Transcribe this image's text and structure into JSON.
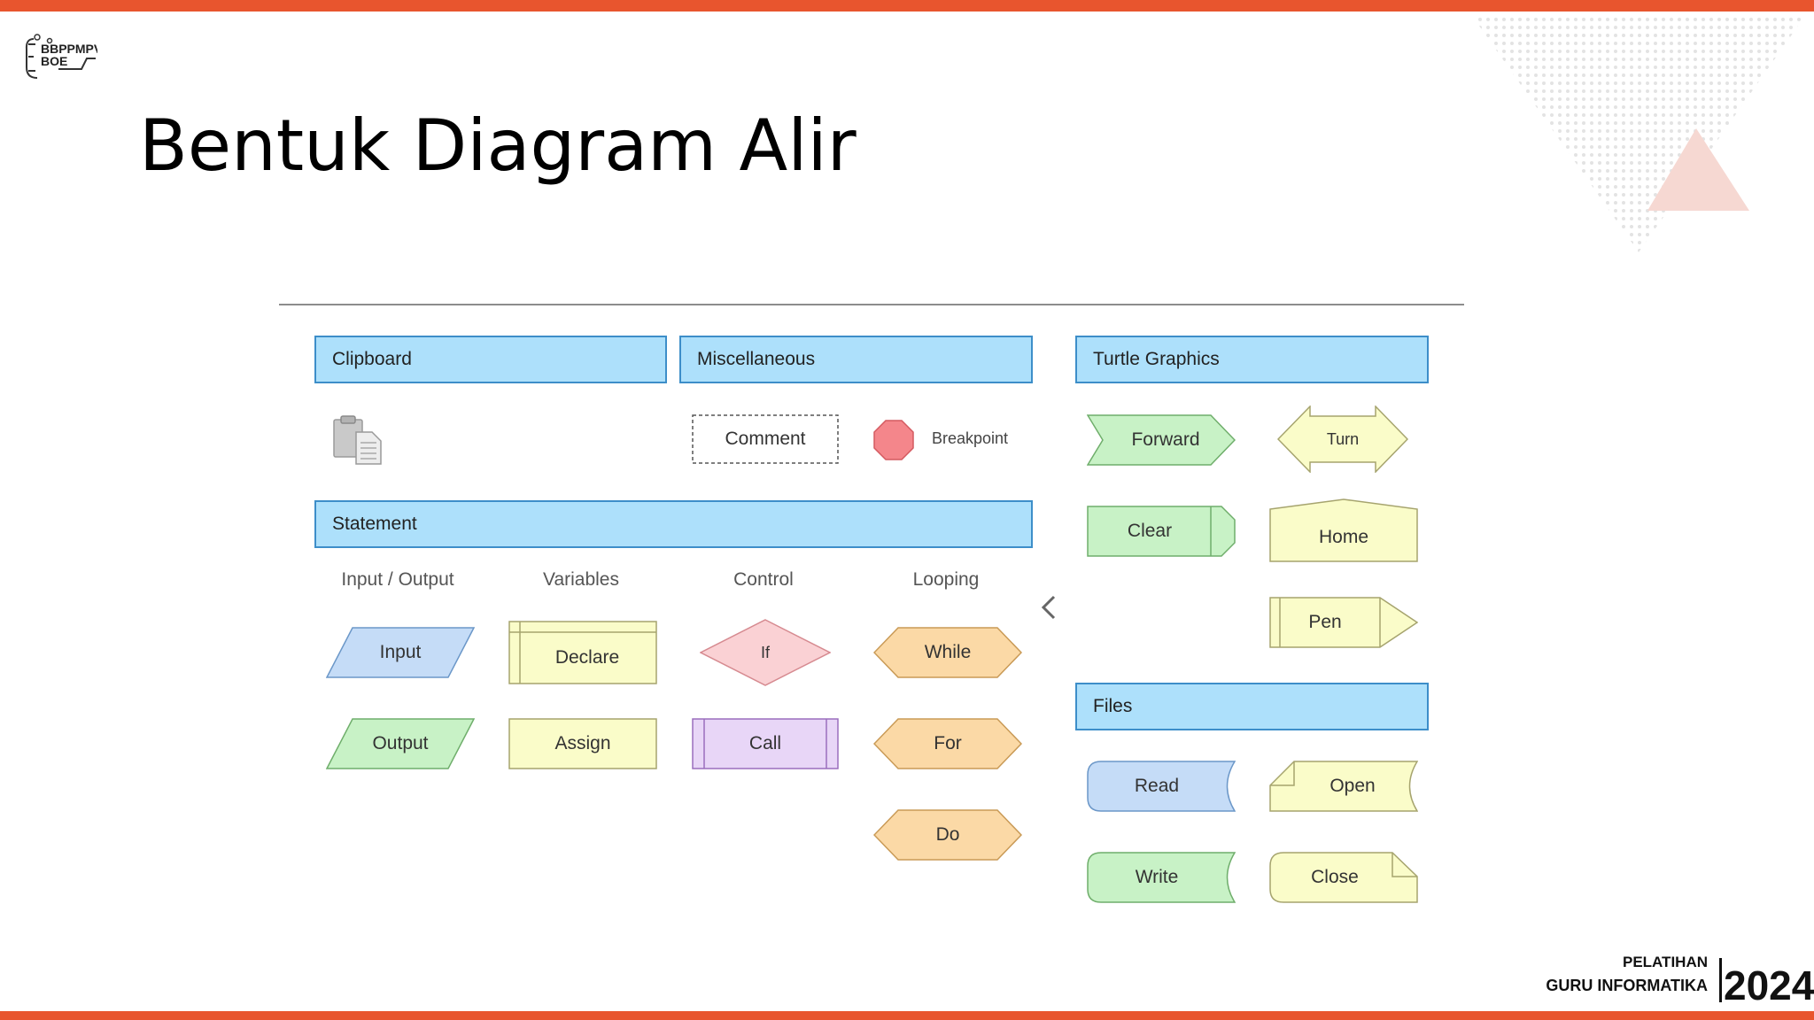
{
  "slide": {
    "title": "Bentuk Diagram Alir"
  },
  "logo": {
    "text_line1": "BBPPMPV",
    "text_line2": "BOE"
  },
  "palette": {
    "accent": "#e8552e",
    "panel_fill": "#ade0fb",
    "panel_border": "#3d8ec9"
  },
  "panels": {
    "clipboard": "Clipboard",
    "miscellaneous": "Miscellaneous",
    "turtle_graphics": "Turtle Graphics",
    "statement": "Statement",
    "files": "Files"
  },
  "statement_columns": {
    "input_output": "Input / Output",
    "variables": "Variables",
    "control": "Control",
    "looping": "Looping"
  },
  "shapes": {
    "comment": "Comment",
    "breakpoint": "Breakpoint",
    "input": "Input",
    "output": "Output",
    "declare": "Declare",
    "assign": "Assign",
    "if": "If",
    "call": "Call",
    "while": "While",
    "for": "For",
    "do": "Do",
    "forward": "Forward",
    "turn": "Turn",
    "clear": "Clear",
    "home": "Home",
    "pen": "Pen",
    "read": "Read",
    "open": "Open",
    "write": "Write",
    "close": "Close"
  },
  "icons": {
    "clipboard": "clipboard-icon",
    "collapse": "chevron-left-icon"
  },
  "footer": {
    "line1": "PELATIHAN",
    "line2": "GURU INFORMATIKA",
    "year": "2024"
  }
}
